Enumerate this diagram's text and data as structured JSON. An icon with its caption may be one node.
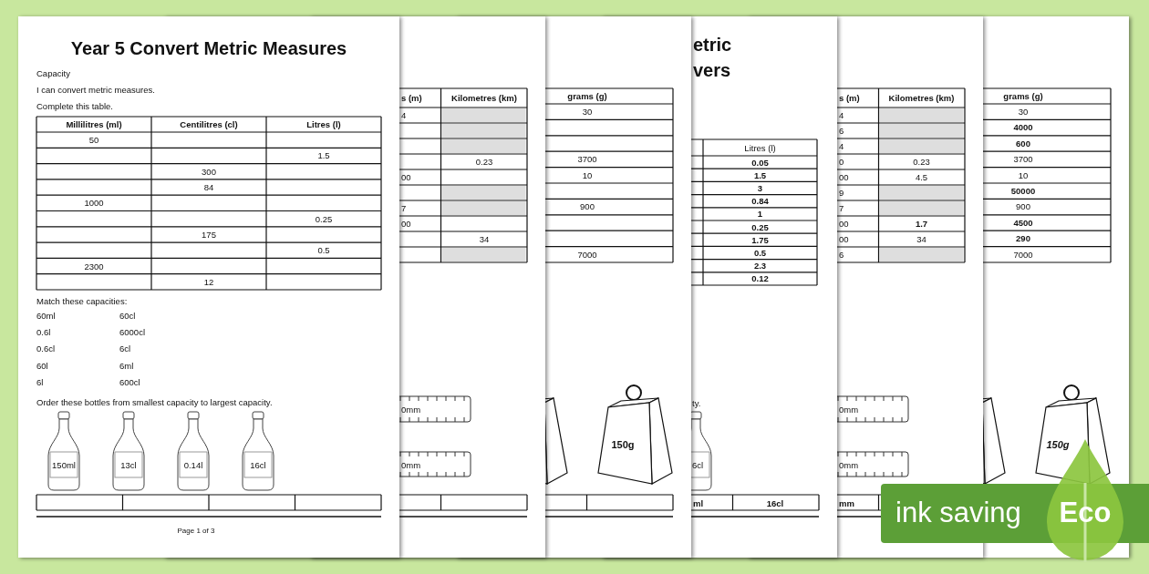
{
  "diagram": {
    "title": "Year 5 Convert Metric Measures",
    "labels": [
      "Capacity",
      "I can convert metric measures.",
      "Complete this table.",
      "Millilitres (ml)",
      "Centilitres (cl)",
      "Litres (l)",
      "50",
      "1.5",
      "300",
      "84",
      "1000",
      "0.25",
      "175",
      "0.5",
      "2300",
      "12",
      "Match these capacities:",
      "60ml",
      "60cl",
      "0.6l",
      "6000cl",
      "0.6cl",
      "6cl",
      "60l",
      "6ml",
      "6l",
      "600cl",
      "Order these bottles from smallest capacity to largest capacity.",
      "150ml",
      "13cl",
      "0.14l",
      "16cl",
      "Page 1 of 3",
      "s (m)",
      "Kilometres (km)",
      "4",
      "0.23",
      "00",
      "7",
      "00",
      "34",
      "0mm",
      "0mm",
      "grams (g)",
      "30",
      "3700",
      "10",
      "900",
      "7000",
      "150g",
      "etric",
      "vers",
      "Litres (l)",
      "0.05",
      "1.5",
      "3",
      "0.84",
      "1",
      "0.25",
      "1.75",
      "0.5",
      "2.3",
      "0.12",
      "ty.",
      "6cl",
      "ml",
      "16cl",
      "s (m)",
      "Kilometres (km)",
      "4",
      "6",
      "4",
      "0",
      "0.23",
      "00",
      "4.5",
      "9",
      "7",
      "00",
      "1.7",
      "00",
      "34",
      "6",
      "0mm",
      "0mm",
      "mm",
      "grams (g)",
      "30",
      "4000",
      "600",
      "3700",
      "10",
      "50000",
      "900",
      "4500",
      "290",
      "7000",
      "150g",
      "ink saving",
      "Eco"
    ]
  }
}
